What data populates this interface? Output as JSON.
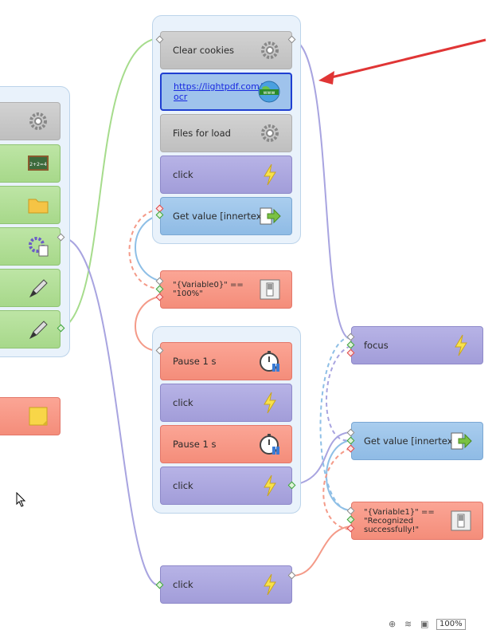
{
  "left_panel": {
    "blocks": [
      {
        "icon": "gear-icon"
      },
      {
        "icon": "chalkboard-icon"
      },
      {
        "icon": "folder-icon"
      },
      {
        "icon": "gear-document-icon"
      },
      {
        "icon": "pen-icon"
      },
      {
        "icon": "pen-icon"
      }
    ],
    "note_icon": "sticky-note-icon"
  },
  "top_group": {
    "clear_cookies": "Clear cookies",
    "url_line1": "https://lightpdf.com/",
    "url_line2": "ocr",
    "files_for_load": "Files for load",
    "click": "click",
    "get_value": "Get value [innertext]"
  },
  "condition0": {
    "line1": "\"{Variable0}\" ==",
    "line2": "\"100%\""
  },
  "mid_group": {
    "pause1": "Pause 1 s",
    "click1": "click",
    "pause2": "Pause 1 s",
    "click2": "click"
  },
  "bottom_click": "click",
  "right_column": {
    "focus": "focus",
    "get_value": "Get value [innertext]",
    "condition1_line1": "\"{Variable1}\" ==",
    "condition1_line2": "\"Recognized",
    "condition1_line3": "successfully!\""
  },
  "toolbar": {
    "zoom": "100%"
  },
  "colors": {
    "arrow": "#e03535",
    "green_wire": "#a6dc8c",
    "purple_wire": "#a8a4e0",
    "blue_wire": "#8ebfe6",
    "red_wire": "#f49a88"
  }
}
